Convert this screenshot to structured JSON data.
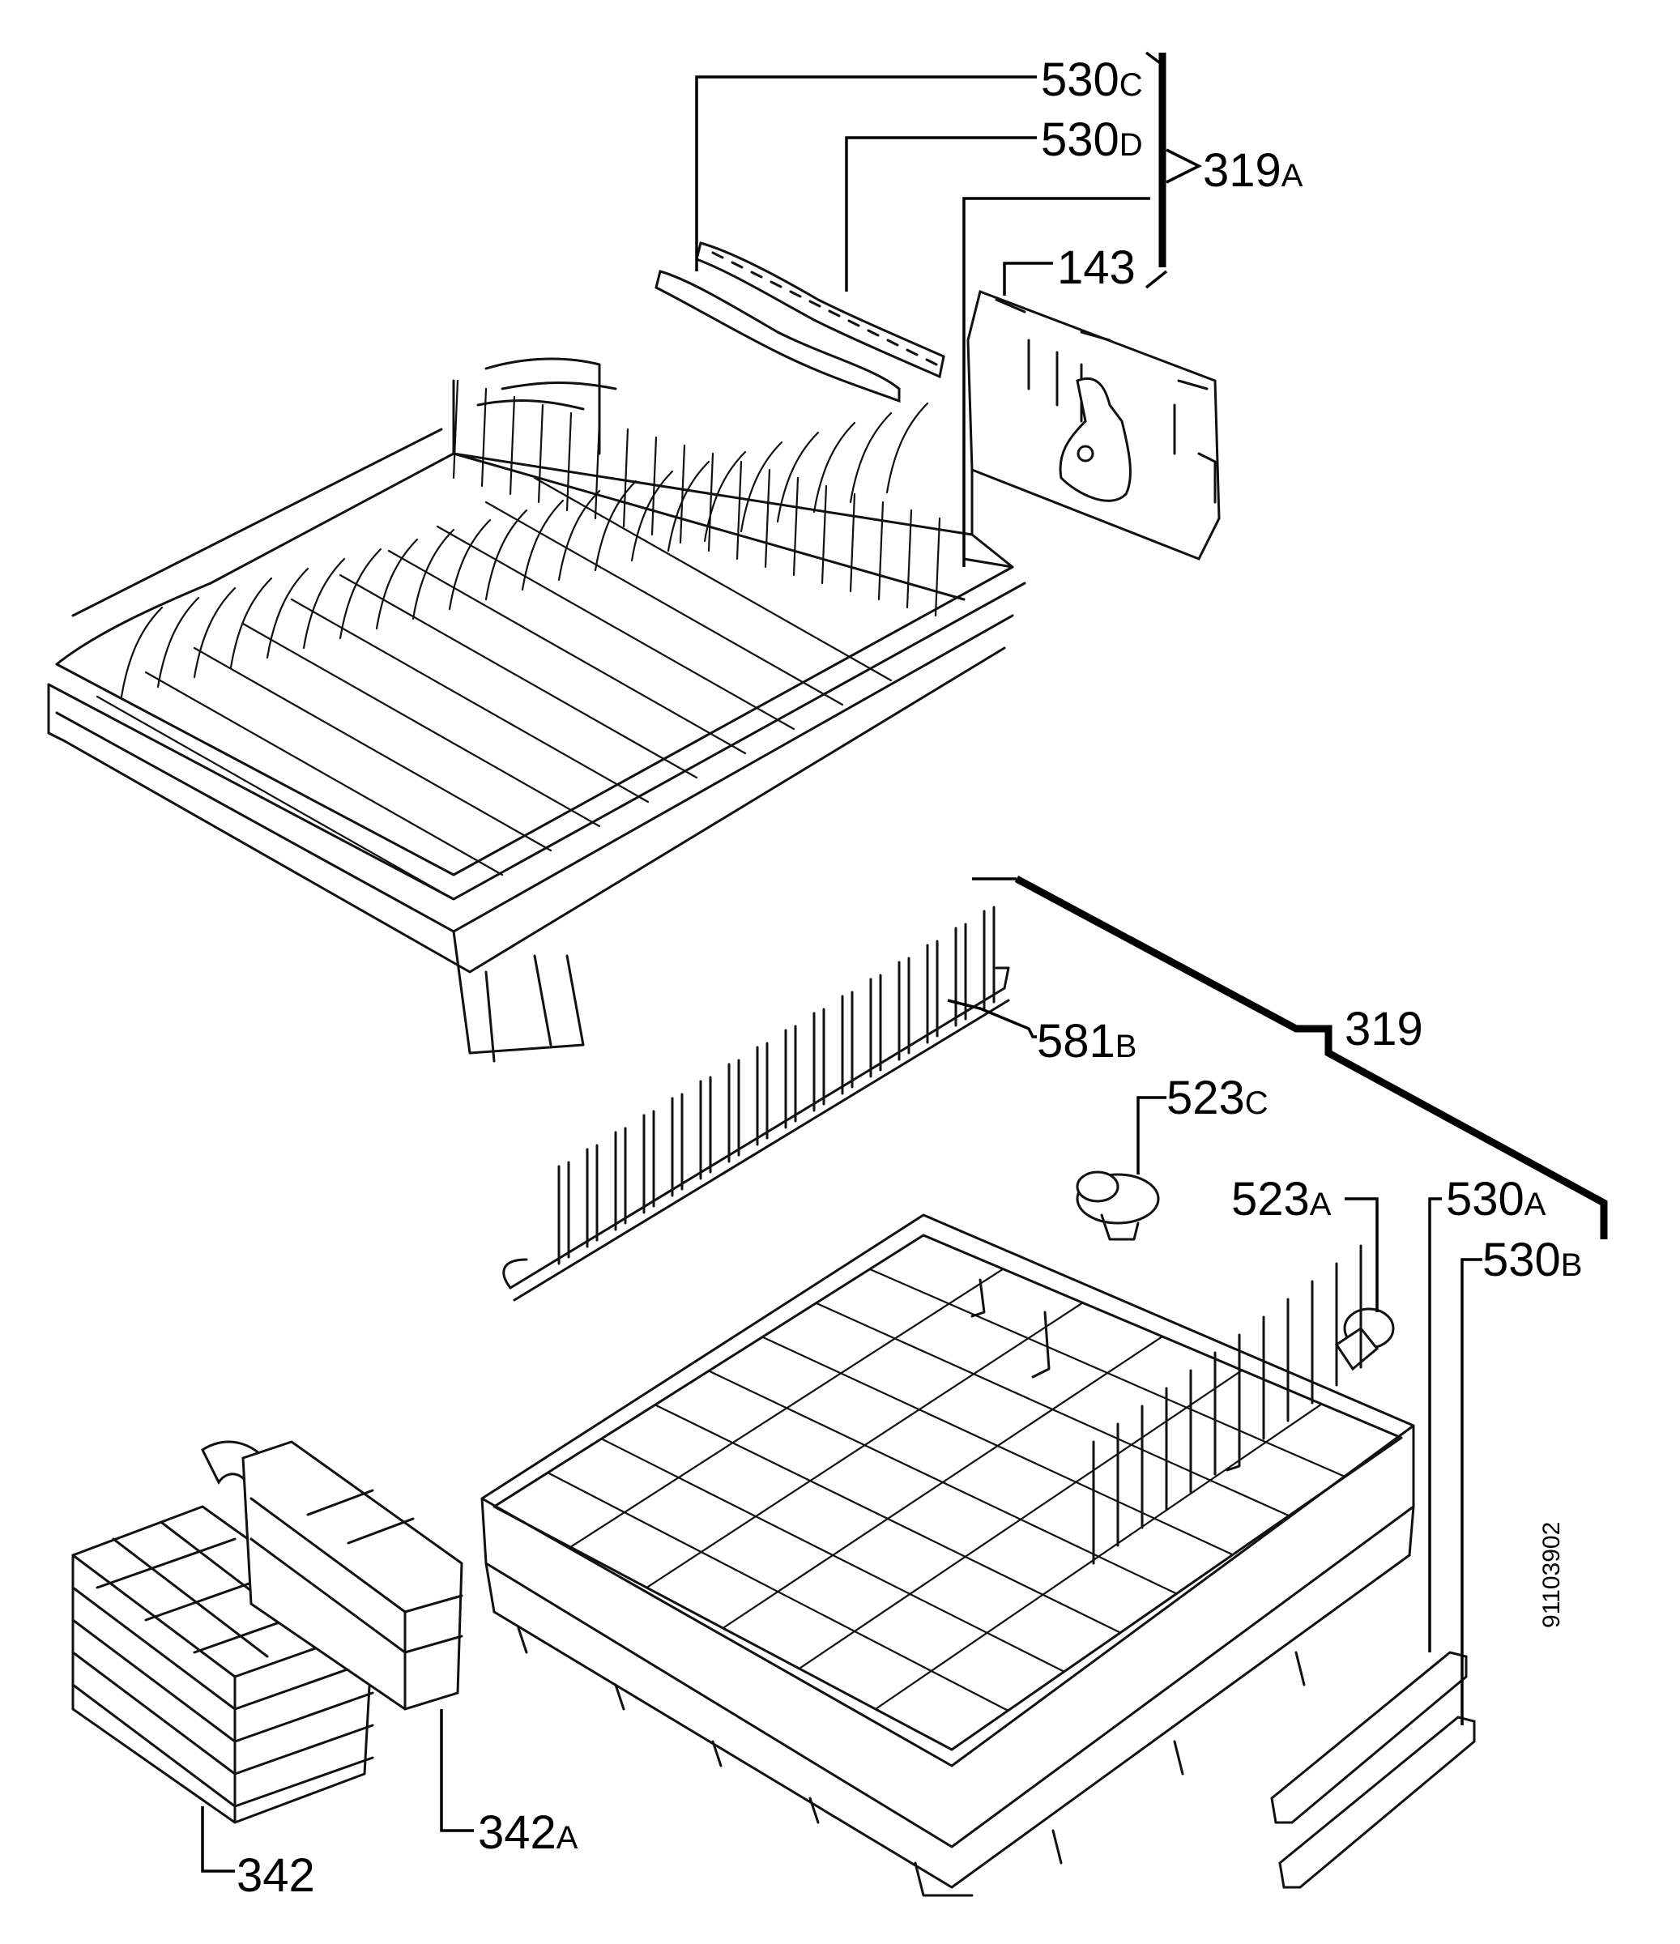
{
  "diagram_code": "91103902",
  "labels": [
    {
      "id": "530C",
      "number": "530",
      "suffix": "C"
    },
    {
      "id": "530D",
      "number": "530",
      "suffix": "D"
    },
    {
      "id": "319A",
      "number": "319",
      "suffix": "A"
    },
    {
      "id": "143",
      "number": "143",
      "suffix": ""
    },
    {
      "id": "581B",
      "number": "581",
      "suffix": "B"
    },
    {
      "id": "319",
      "number": "319",
      "suffix": ""
    },
    {
      "id": "523C",
      "number": "523",
      "suffix": "C"
    },
    {
      "id": "523A",
      "number": "523",
      "suffix": "A"
    },
    {
      "id": "530A",
      "number": "530",
      "suffix": "A"
    },
    {
      "id": "530B",
      "number": "530",
      "suffix": "B"
    },
    {
      "id": "342A",
      "number": "342",
      "suffix": "A"
    },
    {
      "id": "342",
      "number": "342",
      "suffix": ""
    }
  ]
}
